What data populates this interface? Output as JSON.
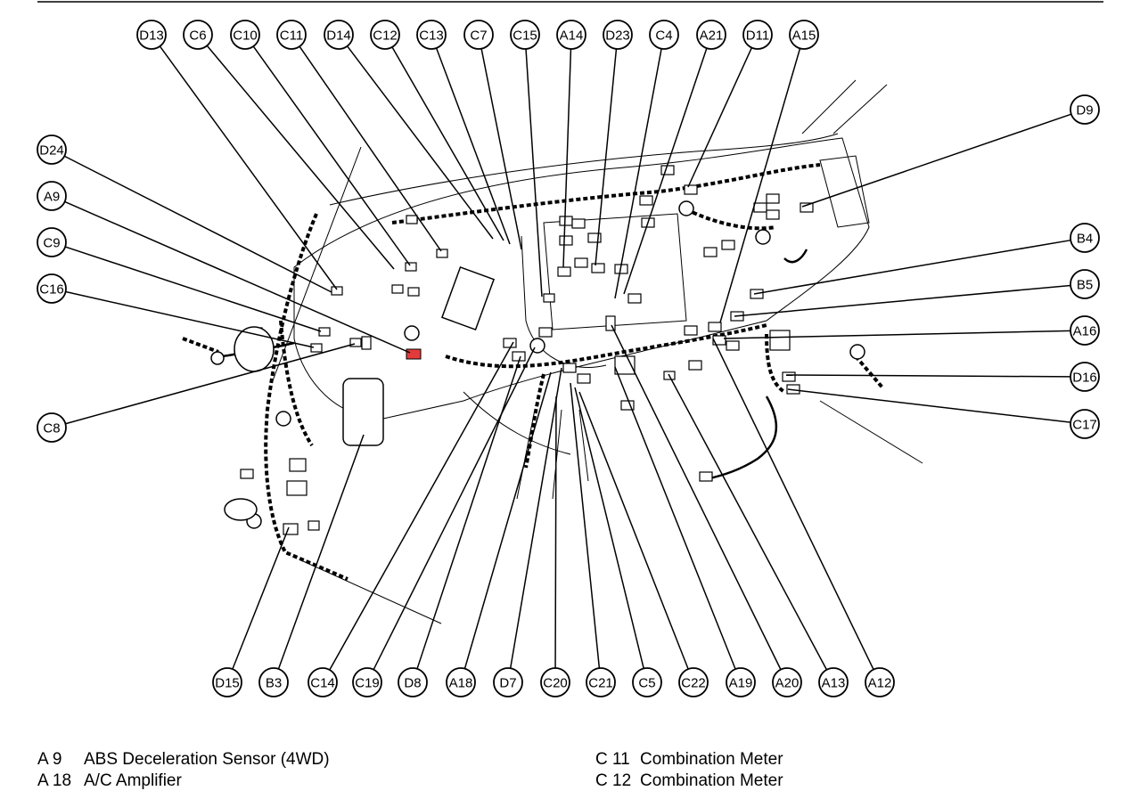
{
  "diagram": {
    "colors": {
      "ink": "#000000",
      "highlight": "#e23b3b",
      "paper": "#ffffff"
    },
    "top_labels": [
      "D13",
      "C6",
      "C10",
      "C11",
      "D14",
      "C12",
      "C13",
      "C7",
      "C15",
      "A14",
      "D23",
      "C4",
      "A21",
      "D11",
      "A15"
    ],
    "left_labels": [
      "D24",
      "A9",
      "C9",
      "C16",
      "C8"
    ],
    "right_labels": [
      "D9",
      "B4",
      "B5",
      "A16",
      "D16",
      "C17"
    ],
    "bottom_labels": [
      "D15",
      "B3",
      "C14",
      "C19",
      "D8",
      "A18",
      "D7",
      "C20",
      "C21",
      "C5",
      "C22",
      "A19",
      "A20",
      "A13",
      "A12"
    ]
  },
  "legend": {
    "left": [
      {
        "code": "A  9",
        "description": "ABS Deceleration Sensor (4WD)"
      },
      {
        "code": "A 18",
        "description": "A/C Amplifier"
      }
    ],
    "right": [
      {
        "code": "C 11",
        "description": "Combination Meter"
      },
      {
        "code": "C 12",
        "description": "Combination Meter"
      }
    ]
  }
}
